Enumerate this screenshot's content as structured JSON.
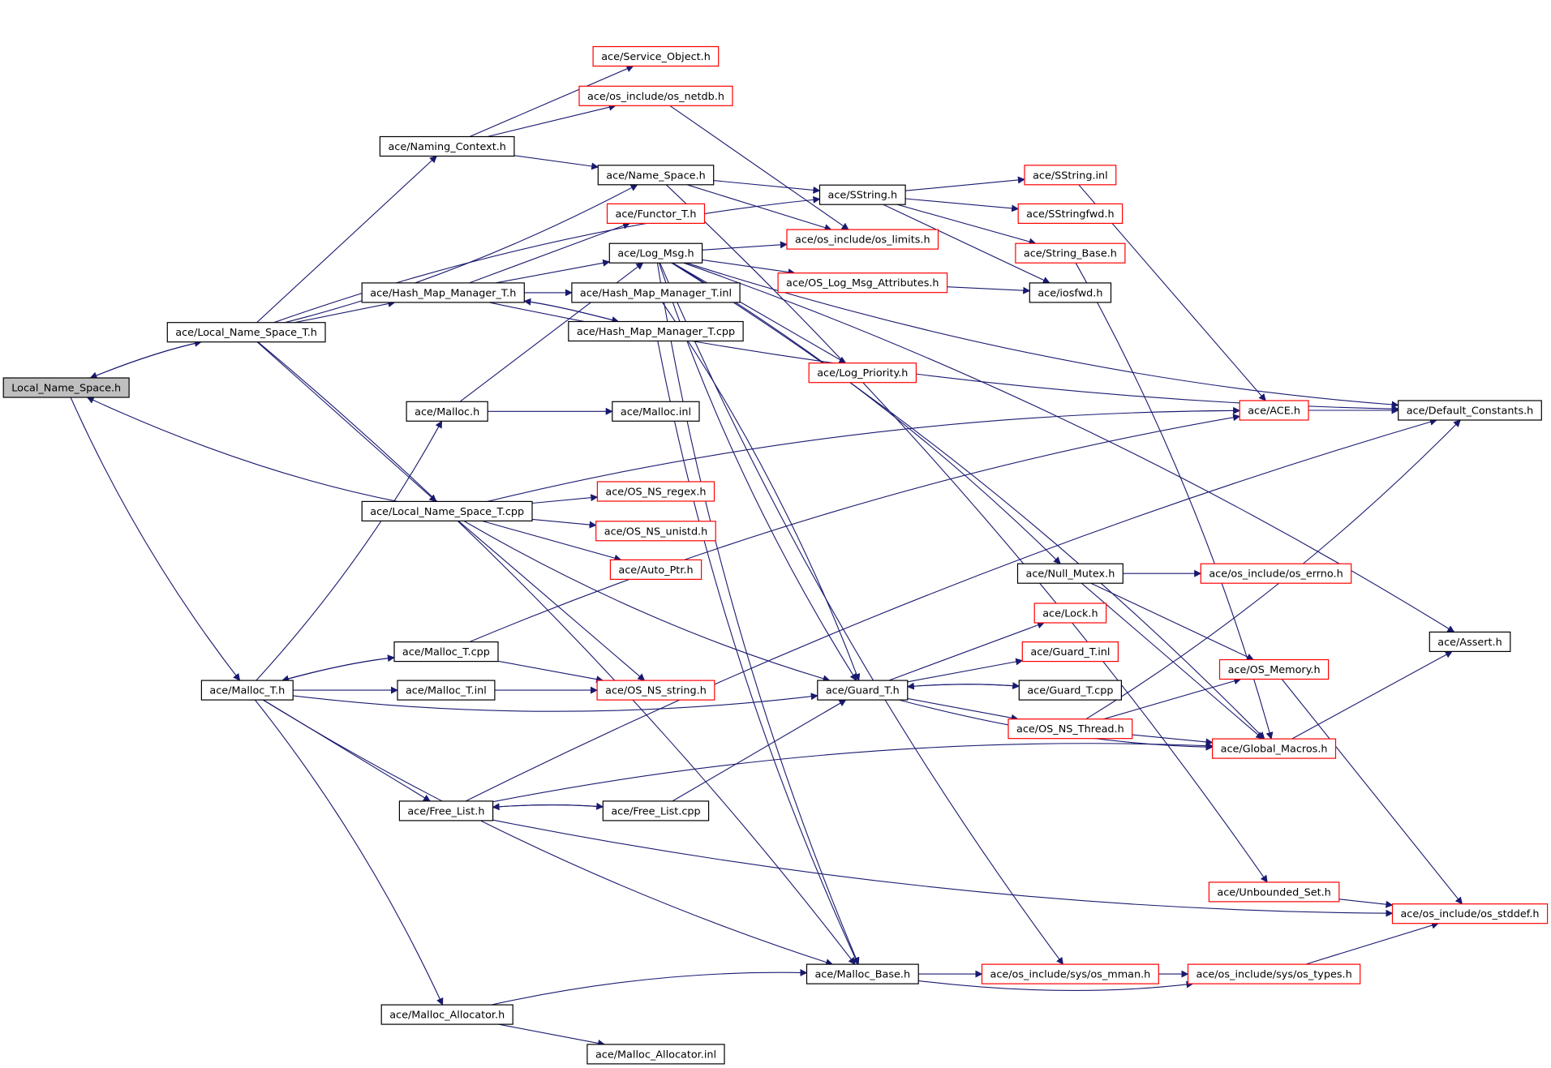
{
  "colors": {
    "edge": "#191970",
    "border_normal": "#000000",
    "border_truncated": "#ff0000",
    "fill_root": "#bfbfbf",
    "fill_node": "#ffffff"
  },
  "graph": {
    "root": "Local_Name_Space.h",
    "nodes": [
      {
        "id": "root",
        "label": "Local_Name_Space.h",
        "kind": "root"
      },
      {
        "id": "lnst_h",
        "label": "ace/Local_Name_Space_T.h",
        "kind": "normal"
      },
      {
        "id": "malloc_t_h",
        "label": "ace/Malloc_T.h",
        "kind": "normal"
      },
      {
        "id": "naming_ctx",
        "label": "ace/Naming_Context.h",
        "kind": "normal"
      },
      {
        "id": "hash_mgr_h",
        "label": "ace/Hash_Map_Manager_T.h",
        "kind": "normal"
      },
      {
        "id": "malloc_h",
        "label": "ace/Malloc.h",
        "kind": "normal"
      },
      {
        "id": "lnst_cpp",
        "label": "ace/Local_Name_Space_T.cpp",
        "kind": "normal"
      },
      {
        "id": "malloc_t_cpp",
        "label": "ace/Malloc_T.cpp",
        "kind": "normal"
      },
      {
        "id": "malloc_t_inl",
        "label": "ace/Malloc_T.inl",
        "kind": "normal"
      },
      {
        "id": "free_list_h",
        "label": "ace/Free_List.h",
        "kind": "normal"
      },
      {
        "id": "malloc_alloc_h",
        "label": "ace/Malloc_Allocator.h",
        "kind": "normal"
      },
      {
        "id": "service_obj",
        "label": "ace/Service_Object.h",
        "kind": "truncated"
      },
      {
        "id": "os_netdb",
        "label": "ace/os_include/os_netdb.h",
        "kind": "truncated"
      },
      {
        "id": "name_space",
        "label": "ace/Name_Space.h",
        "kind": "normal"
      },
      {
        "id": "functor",
        "label": "ace/Functor_T.h",
        "kind": "truncated"
      },
      {
        "id": "log_msg",
        "label": "ace/Log_Msg.h",
        "kind": "normal"
      },
      {
        "id": "hash_mgr_inl",
        "label": "ace/Hash_Map_Manager_T.inl",
        "kind": "normal"
      },
      {
        "id": "hash_mgr_cpp",
        "label": "ace/Hash_Map_Manager_T.cpp",
        "kind": "normal"
      },
      {
        "id": "malloc_inl",
        "label": "ace/Malloc.inl",
        "kind": "normal"
      },
      {
        "id": "os_ns_regex",
        "label": "ace/OS_NS_regex.h",
        "kind": "truncated"
      },
      {
        "id": "os_ns_unistd",
        "label": "ace/OS_NS_unistd.h",
        "kind": "truncated"
      },
      {
        "id": "auto_ptr",
        "label": "ace/Auto_Ptr.h",
        "kind": "truncated"
      },
      {
        "id": "os_ns_string",
        "label": "ace/OS_NS_string.h",
        "kind": "truncated"
      },
      {
        "id": "free_list_cpp",
        "label": "ace/Free_List.cpp",
        "kind": "normal"
      },
      {
        "id": "malloc_alloc_inl",
        "label": "ace/Malloc_Allocator.inl",
        "kind": "normal"
      },
      {
        "id": "sstring_h",
        "label": "ace/SString.h",
        "kind": "normal"
      },
      {
        "id": "os_limits",
        "label": "ace/os_include/os_limits.h",
        "kind": "truncated"
      },
      {
        "id": "os_log_attr",
        "label": "ace/OS_Log_Msg_Attributes.h",
        "kind": "truncated"
      },
      {
        "id": "log_priority",
        "label": "ace/Log_Priority.h",
        "kind": "truncated"
      },
      {
        "id": "guard_t_h",
        "label": "ace/Guard_T.h",
        "kind": "normal"
      },
      {
        "id": "malloc_base",
        "label": "ace/Malloc_Base.h",
        "kind": "normal"
      },
      {
        "id": "sstring_inl",
        "label": "ace/SString.inl",
        "kind": "truncated"
      },
      {
        "id": "sstringfwd",
        "label": "ace/SStringfwd.h",
        "kind": "truncated"
      },
      {
        "id": "string_base",
        "label": "ace/String_Base.h",
        "kind": "truncated"
      },
      {
        "id": "iosfwd",
        "label": "ace/iosfwd.h",
        "kind": "normal"
      },
      {
        "id": "ace_h",
        "label": "ace/ACE.h",
        "kind": "truncated"
      },
      {
        "id": "null_mutex",
        "label": "ace/Null_Mutex.h",
        "kind": "normal"
      },
      {
        "id": "lock_h",
        "label": "ace/Lock.h",
        "kind": "truncated"
      },
      {
        "id": "guard_t_inl",
        "label": "ace/Guard_T.inl",
        "kind": "truncated"
      },
      {
        "id": "guard_t_cpp",
        "label": "ace/Guard_T.cpp",
        "kind": "normal"
      },
      {
        "id": "os_ns_thread",
        "label": "ace/OS_NS_Thread.h",
        "kind": "truncated"
      },
      {
        "id": "unbounded_set",
        "label": "ace/Unbounded_Set.h",
        "kind": "truncated"
      },
      {
        "id": "os_mman",
        "label": "ace/os_include/sys/os_mman.h",
        "kind": "truncated"
      },
      {
        "id": "os_errno",
        "label": "ace/os_include/os_errno.h",
        "kind": "truncated"
      },
      {
        "id": "os_memory",
        "label": "ace/OS_Memory.h",
        "kind": "truncated"
      },
      {
        "id": "global_macros",
        "label": "ace/Global_Macros.h",
        "kind": "truncated"
      },
      {
        "id": "os_types",
        "label": "ace/os_include/sys/os_types.h",
        "kind": "truncated"
      },
      {
        "id": "default_const",
        "label": "ace/Default_Constants.h",
        "kind": "normal"
      },
      {
        "id": "assert_h",
        "label": "ace/Assert.h",
        "kind": "normal"
      },
      {
        "id": "os_stddef",
        "label": "ace/os_include/os_stddef.h",
        "kind": "truncated"
      }
    ],
    "edges": [
      [
        "root",
        "lnst_h"
      ],
      [
        "lnst_h",
        "root"
      ],
      [
        "root",
        "malloc_t_h"
      ],
      [
        "lnst_cpp",
        "root"
      ],
      [
        "lnst_h",
        "naming_ctx"
      ],
      [
        "lnst_h",
        "hash_mgr_h"
      ],
      [
        "lnst_h",
        "name_space"
      ],
      [
        "lnst_h",
        "sstring_h"
      ],
      [
        "lnst_h",
        "lnst_cpp"
      ],
      [
        "lnst_h",
        "malloc_base"
      ],
      [
        "naming_ctx",
        "service_obj"
      ],
      [
        "naming_ctx",
        "os_netdb"
      ],
      [
        "naming_ctx",
        "name_space"
      ],
      [
        "name_space",
        "sstring_h"
      ],
      [
        "name_space",
        "os_limits"
      ],
      [
        "name_space",
        "unbounded_set"
      ],
      [
        "os_netdb",
        "os_limits"
      ],
      [
        "hash_mgr_h",
        "functor"
      ],
      [
        "hash_mgr_h",
        "log_msg"
      ],
      [
        "hash_mgr_h",
        "hash_mgr_inl"
      ],
      [
        "hash_mgr_h",
        "hash_mgr_cpp"
      ],
      [
        "hash_mgr_cpp",
        "hash_mgr_h"
      ],
      [
        "hash_mgr_h",
        "default_const"
      ],
      [
        "hash_mgr_inl",
        "guard_t_h"
      ],
      [
        "hash_mgr_cpp",
        "malloc_base"
      ],
      [
        "log_msg",
        "os_limits"
      ],
      [
        "log_msg",
        "os_log_attr"
      ],
      [
        "log_msg",
        "log_priority"
      ],
      [
        "log_msg",
        "default_const"
      ],
      [
        "log_msg",
        "assert_h"
      ],
      [
        "log_msg",
        "guard_t_h"
      ],
      [
        "log_msg",
        "null_mutex"
      ],
      [
        "log_msg",
        "malloc_base"
      ],
      [
        "log_msg",
        "global_macros"
      ],
      [
        "log_msg",
        "os_mman"
      ],
      [
        "os_log_attr",
        "iosfwd"
      ],
      [
        "sstring_h",
        "sstring_inl"
      ],
      [
        "sstring_h",
        "sstringfwd"
      ],
      [
        "sstring_h",
        "string_base"
      ],
      [
        "sstring_h",
        "iosfwd"
      ],
      [
        "sstring_inl",
        "ace_h"
      ],
      [
        "string_base",
        "global_macros"
      ],
      [
        "malloc_h",
        "malloc_inl"
      ],
      [
        "malloc_h",
        "log_msg"
      ],
      [
        "lnst_cpp",
        "os_ns_regex"
      ],
      [
        "lnst_cpp",
        "os_ns_unistd"
      ],
      [
        "lnst_cpp",
        "auto_ptr"
      ],
      [
        "lnst_cpp",
        "os_ns_string"
      ],
      [
        "lnst_cpp",
        "guard_t_h"
      ],
      [
        "lnst_cpp",
        "ace_h"
      ],
      [
        "malloc_t_h",
        "malloc_h"
      ],
      [
        "malloc_t_h",
        "malloc_t_cpp"
      ],
      [
        "malloc_t_cpp",
        "malloc_t_h"
      ],
      [
        "malloc_t_h",
        "malloc_t_inl"
      ],
      [
        "malloc_t_h",
        "guard_t_h"
      ],
      [
        "malloc_t_h",
        "free_list_h"
      ],
      [
        "malloc_t_h",
        "malloc_base"
      ],
      [
        "malloc_t_h",
        "malloc_alloc_h"
      ],
      [
        "malloc_t_cpp",
        "os_ns_string"
      ],
      [
        "malloc_t_cpp",
        "ace_h"
      ],
      [
        "malloc_t_inl",
        "os_ns_string"
      ],
      [
        "free_list_h",
        "free_list_cpp"
      ],
      [
        "free_list_cpp",
        "free_list_h"
      ],
      [
        "free_list_h",
        "global_macros"
      ],
      [
        "free_list_h",
        "os_stddef"
      ],
      [
        "free_list_h",
        "default_const"
      ],
      [
        "free_list_cpp",
        "guard_t_h"
      ],
      [
        "malloc_alloc_h",
        "malloc_base"
      ],
      [
        "malloc_alloc_h",
        "malloc_alloc_inl"
      ],
      [
        "guard_t_h",
        "lock_h"
      ],
      [
        "guard_t_h",
        "guard_t_inl"
      ],
      [
        "guard_t_h",
        "guard_t_cpp"
      ],
      [
        "guard_t_cpp",
        "guard_t_h"
      ],
      [
        "guard_t_h",
        "os_ns_thread"
      ],
      [
        "guard_t_h",
        "global_macros"
      ],
      [
        "null_mutex",
        "os_errno"
      ],
      [
        "null_mutex",
        "os_memory"
      ],
      [
        "null_mutex",
        "global_macros"
      ],
      [
        "os_ns_thread",
        "os_memory"
      ],
      [
        "os_ns_thread",
        "global_macros"
      ],
      [
        "os_ns_thread",
        "default_const"
      ],
      [
        "ace_h",
        "default_const"
      ],
      [
        "global_macros",
        "assert_h"
      ],
      [
        "os_memory",
        "os_stddef"
      ],
      [
        "unbounded_set",
        "os_stddef"
      ],
      [
        "malloc_base",
        "os_mman"
      ],
      [
        "malloc_base",
        "os_types"
      ],
      [
        "os_mman",
        "os_types"
      ],
      [
        "os_types",
        "os_stddef"
      ]
    ]
  }
}
